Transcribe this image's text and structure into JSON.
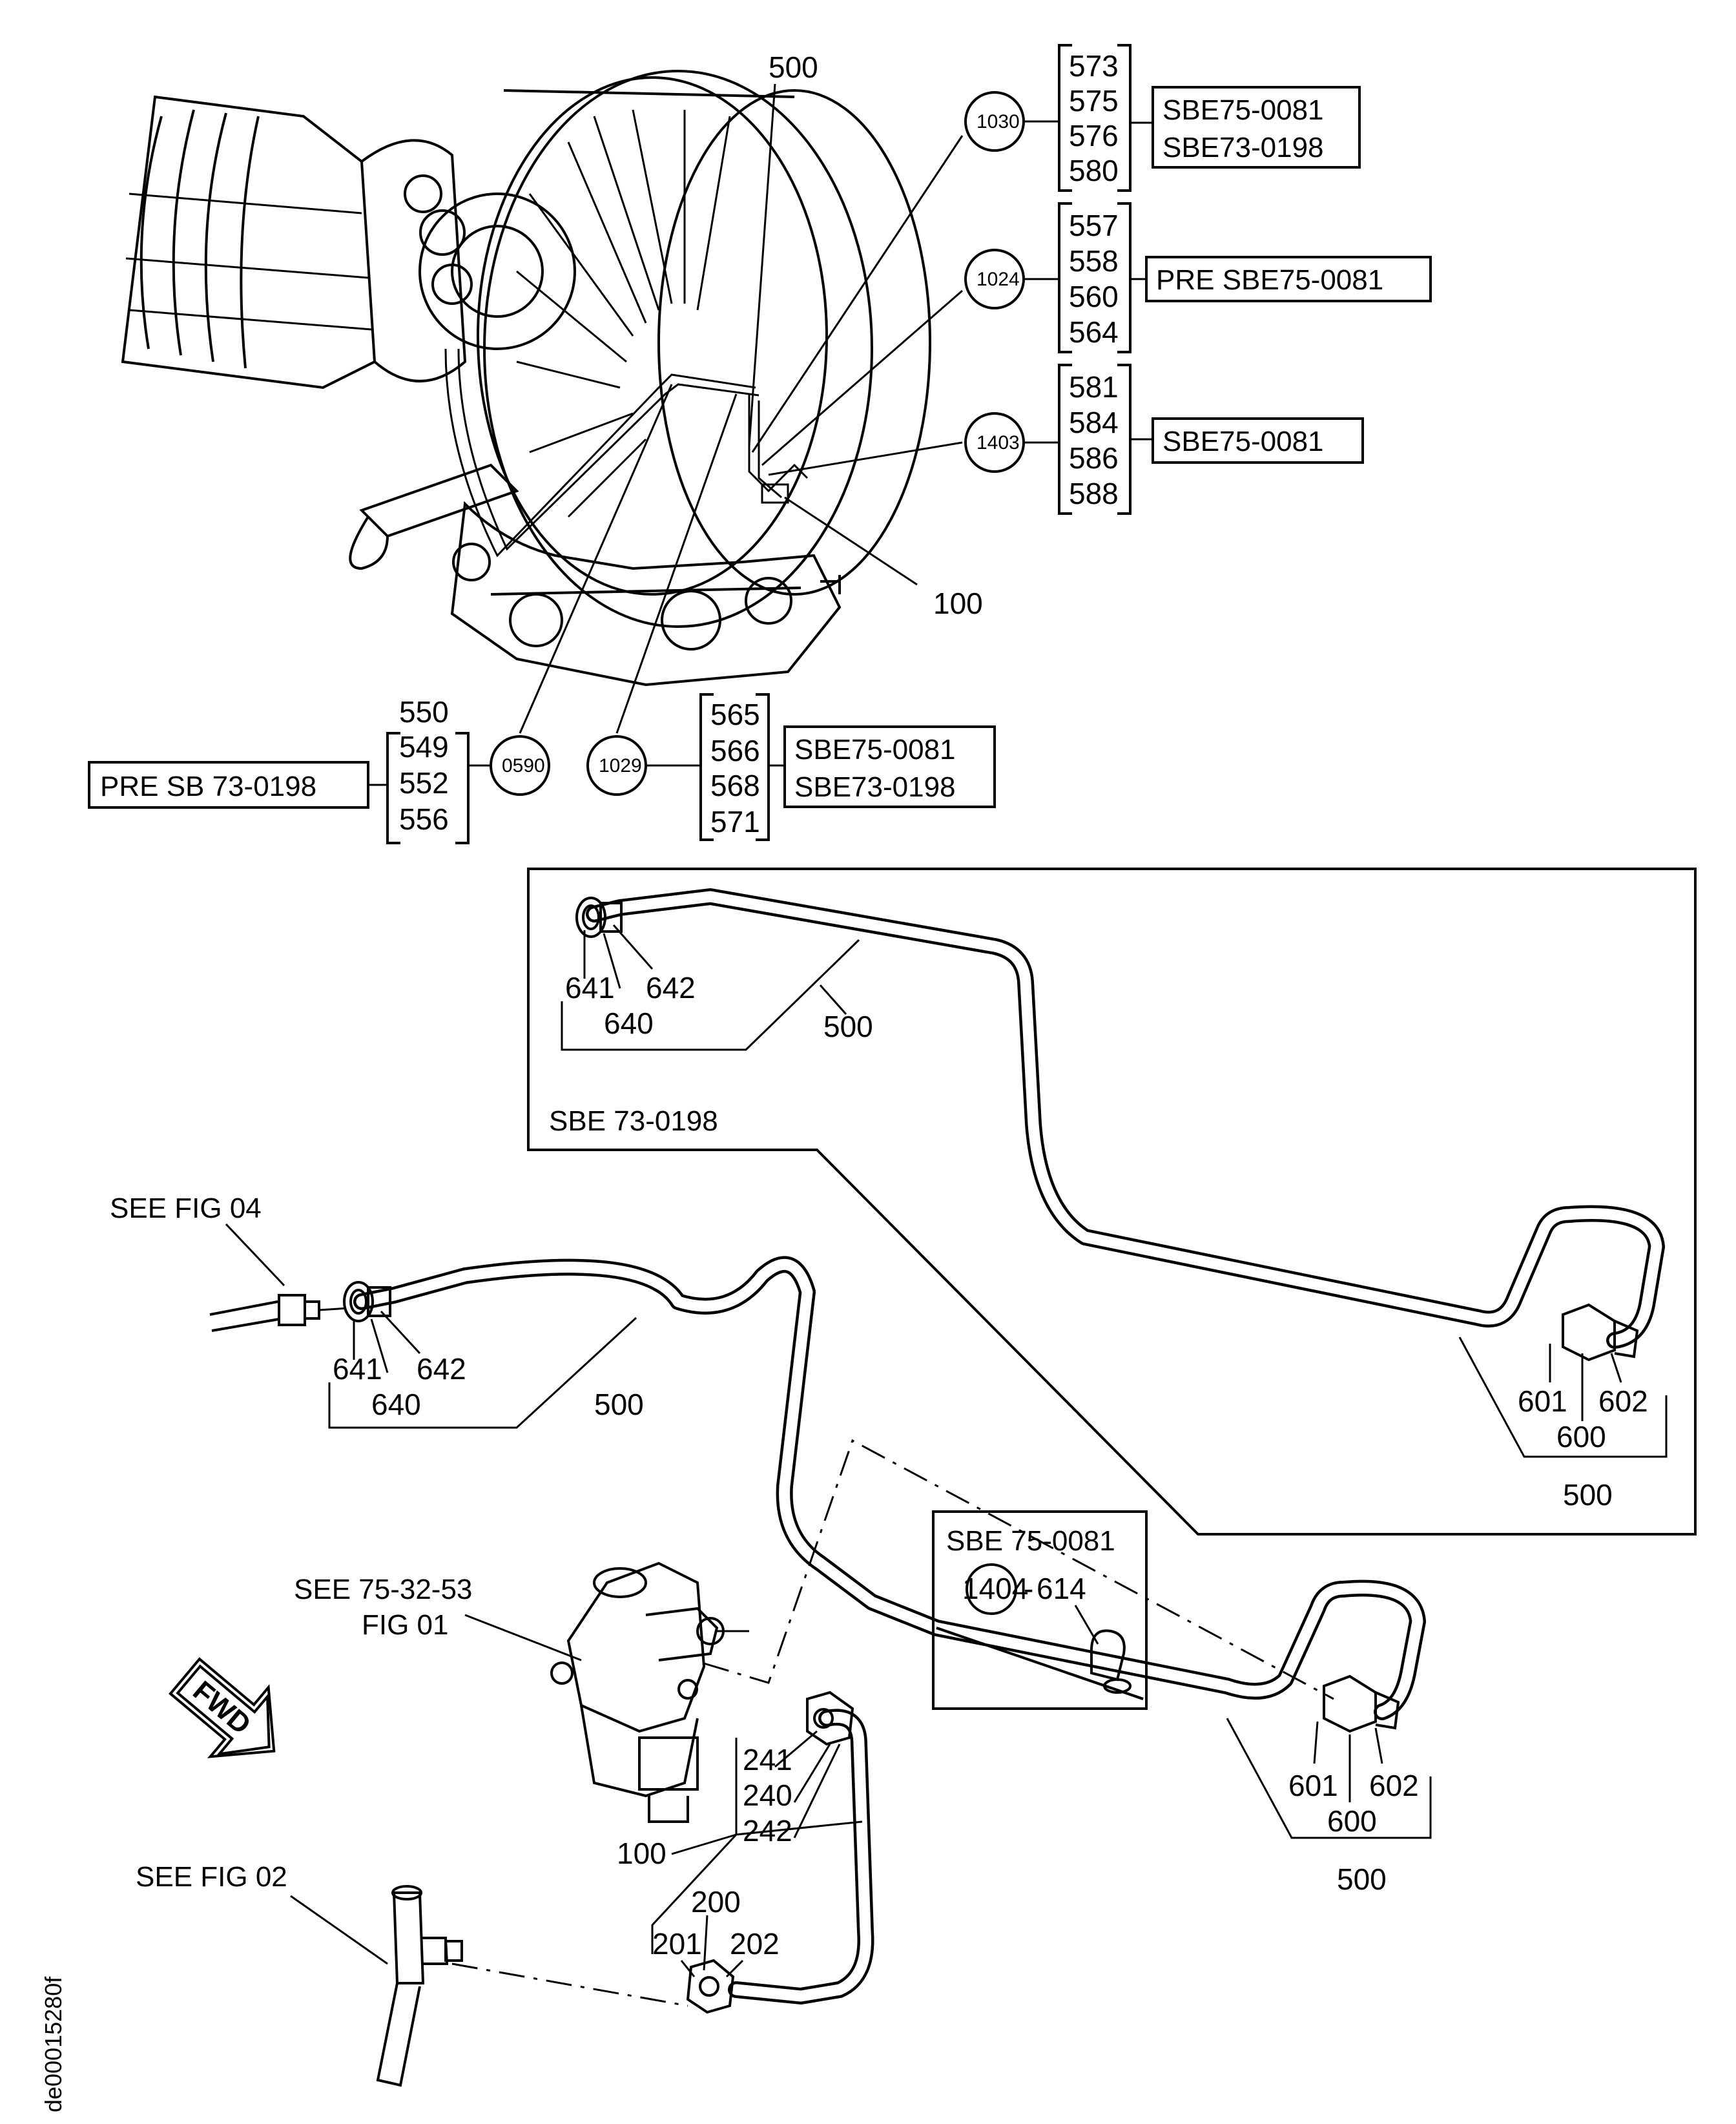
{
  "top_view": {
    "pointer_500": "500",
    "pointer_100": "100",
    "callouts": [
      {
        "circle": "1030",
        "parts": [
          "573",
          "575",
          "576",
          "580"
        ],
        "effectivity": [
          "SBE75-0081",
          "SBE73-0198"
        ]
      },
      {
        "circle": "1024",
        "parts": [
          "557",
          "558",
          "560",
          "564"
        ],
        "effectivity": [
          "PRE SBE75-0081"
        ]
      },
      {
        "circle": "1403",
        "parts": [
          "581",
          "584",
          "586",
          "588"
        ],
        "effectivity": [
          "SBE75-0081"
        ]
      },
      {
        "circle": "0590",
        "parts": [
          "550",
          "549",
          "552",
          "556"
        ],
        "effectivity": [
          "PRE SB 73-0198"
        ]
      },
      {
        "circle": "1029",
        "parts": [
          "565",
          "566",
          "568",
          "571"
        ],
        "effectivity": [
          "SBE75-0081",
          "SBE73-0198"
        ]
      }
    ]
  },
  "inset_sbe73": {
    "title": "SBE 73-0198",
    "labels": {
      "p641": "641",
      "p642": "642",
      "p640": "640",
      "p500a": "500",
      "p601": "601",
      "p602": "602",
      "p600": "600",
      "p500b": "500"
    }
  },
  "main_view": {
    "see_fig04": "SEE FIG 04",
    "see_75_32_53": "SEE 75-32-53",
    "fig01": "FIG 01",
    "see_fig02": "SEE FIG 02",
    "fwd": "FWD",
    "labels": {
      "p641": "641",
      "p642": "642",
      "p640": "640",
      "p500a": "500",
      "p601": "601",
      "p602": "602",
      "p600": "600",
      "p500b": "500",
      "p241": "241",
      "p240": "240",
      "p242": "242",
      "p100": "100",
      "p200": "200",
      "p201": "201",
      "p202": "202"
    }
  },
  "inset_sbe75": {
    "title": "SBE 75-0081",
    "circle": "1404",
    "part": "614"
  },
  "figure_id": "de00015280f"
}
